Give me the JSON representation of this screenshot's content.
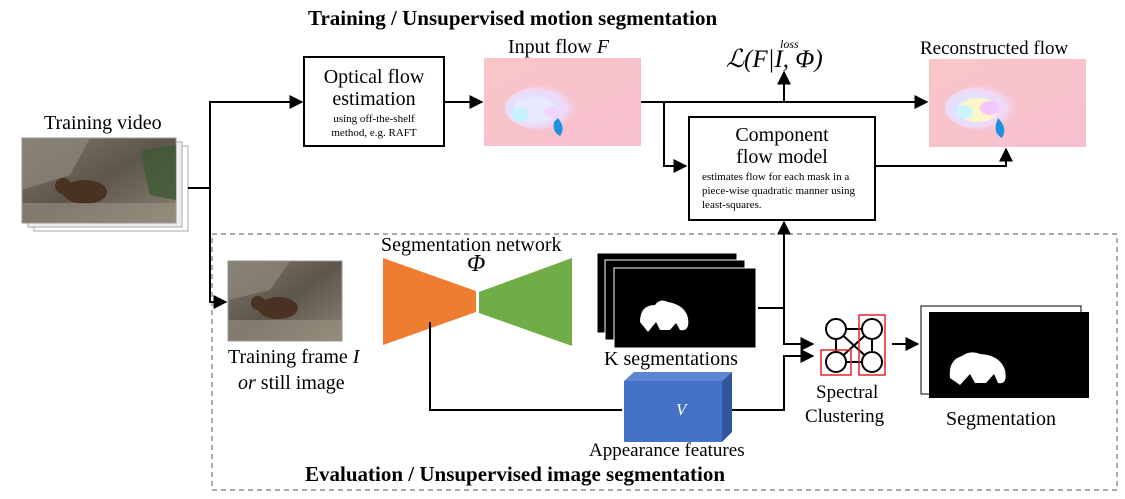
{
  "titles": {
    "training": "Training / Unsupervised motion segmentation",
    "evaluation": "Evaluation / Unsupervised image segmentation"
  },
  "training_video": {
    "label": "Training video"
  },
  "optical_flow": {
    "title_line1": "Optical flow",
    "title_line2": "estimation",
    "desc_line1": "using off-the-shelf",
    "desc_line2": "method, e.g. RAFT"
  },
  "input_flow": {
    "label": "Input flow ",
    "symbol": "F"
  },
  "loss": {
    "superscript": "loss",
    "formula": "ℒ(F|I, Φ)"
  },
  "reconstructed_flow": {
    "label": "Reconstructed flow"
  },
  "component_model": {
    "title_line1": "Component",
    "title_line2": "flow model",
    "desc": "estimates flow for each mask in a piece-wise quadratic manner using least-squares."
  },
  "segmentation_network": {
    "label": "Segmentation network",
    "symbol": "Φ"
  },
  "training_frame": {
    "line1": "Training frame ",
    "line1_symbol": "I",
    "line2_italic": "or",
    "line2_rest": " still image"
  },
  "k_segmentations": {
    "label": "K segmentations"
  },
  "appearance": {
    "symbol": "V",
    "label": "Appearance features"
  },
  "spectral": {
    "line1": "Spectral",
    "line2": "Clustering"
  },
  "segmentation": {
    "label": "Segmentation"
  },
  "colors": {
    "encoder": "#ED7D31",
    "decoder": "#70AD47",
    "feature_cube": "#4472C4",
    "cluster_highlight": "#E0242B",
    "flow_bg": "#F7C2C6"
  }
}
